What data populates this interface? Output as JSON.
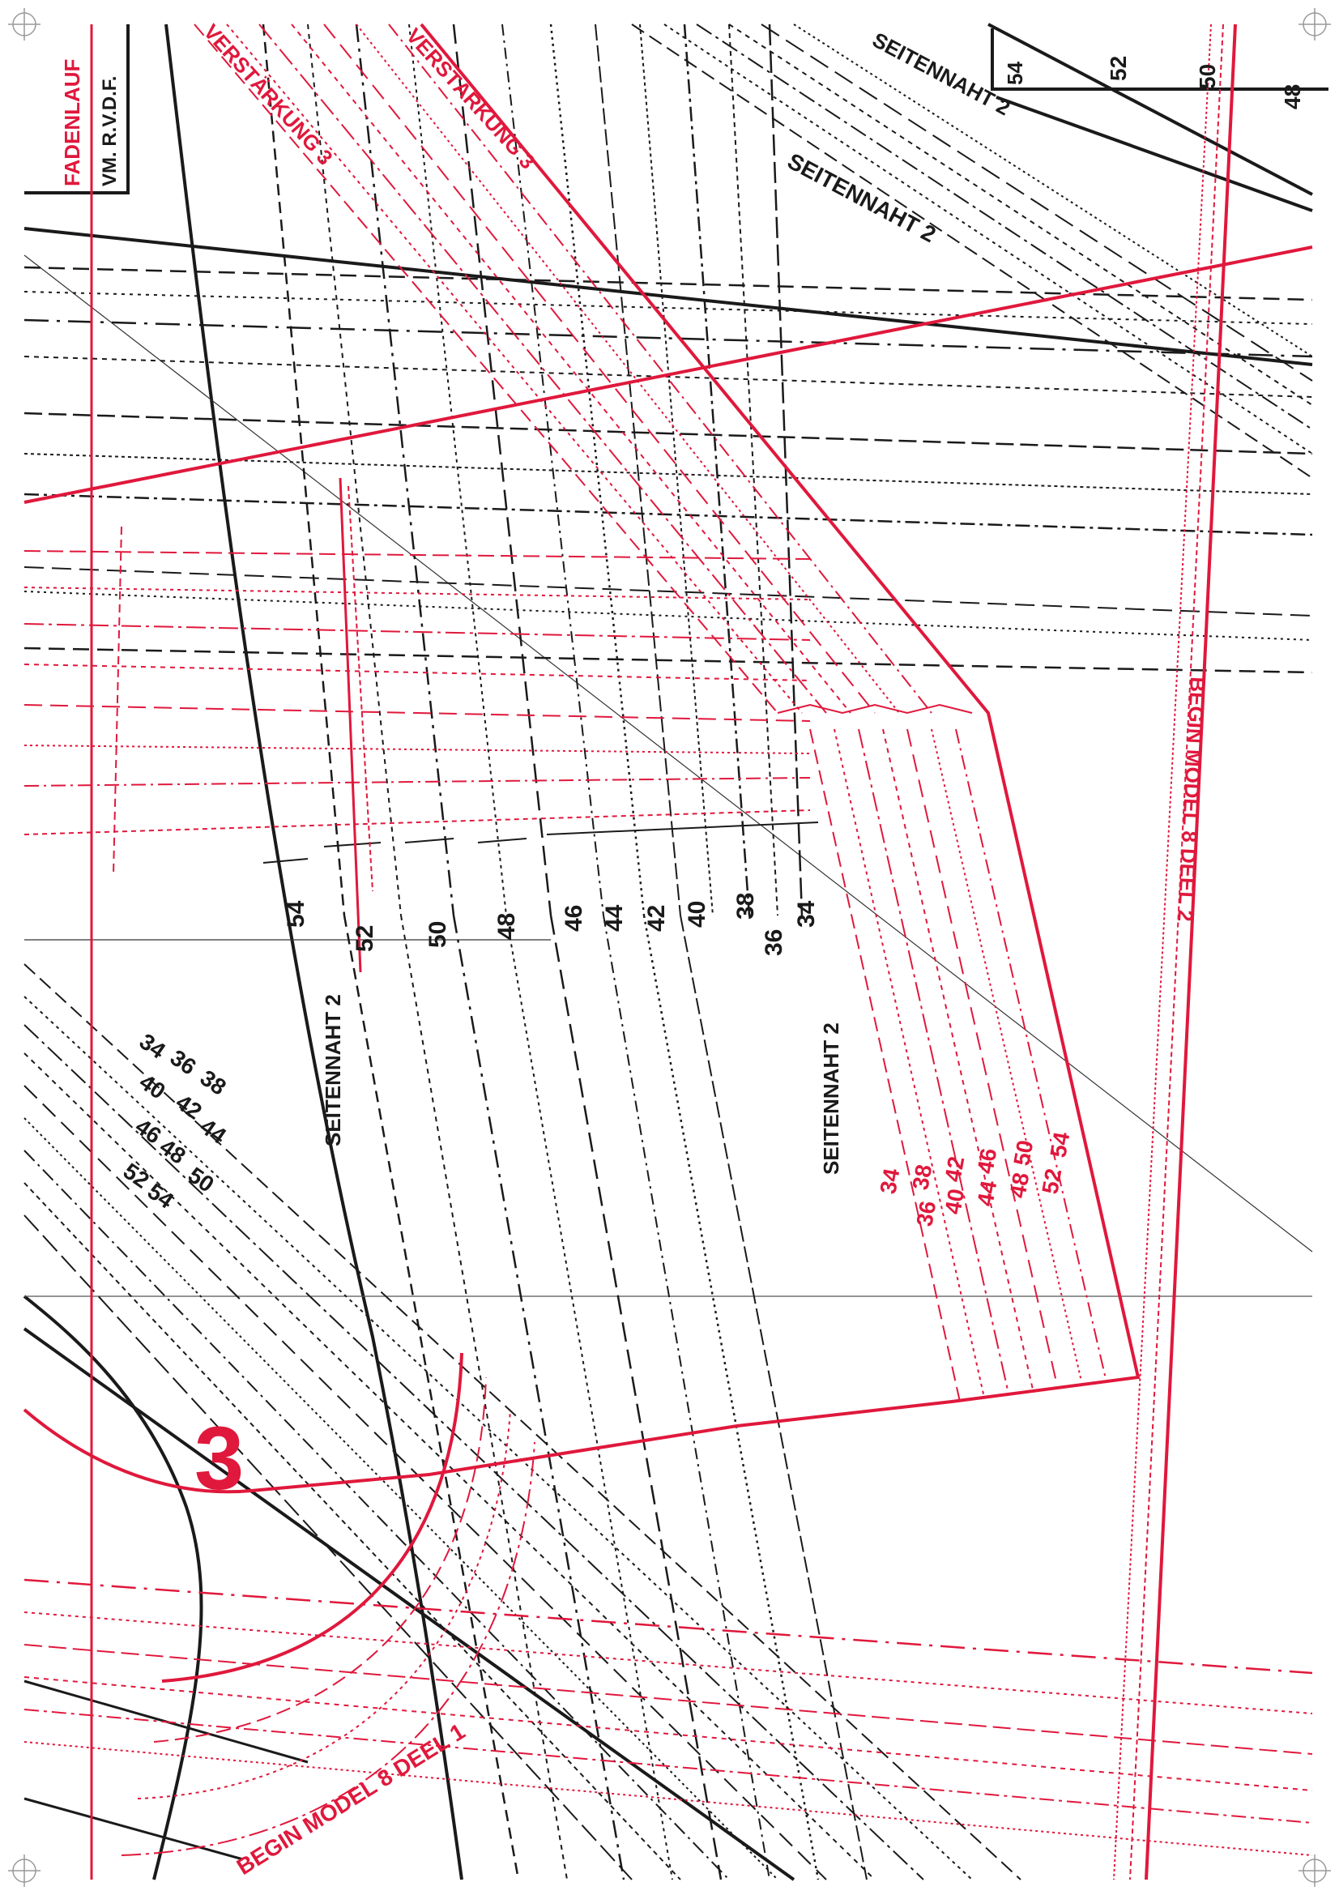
{
  "colors": {
    "ink": "#1a1a1a",
    "accent": "#e0183c",
    "paper": "#ffffff"
  },
  "pattern": {
    "piece_number": "3",
    "corner_labels": {
      "fadenlauf": "FADENLAUF",
      "vm_rv": "VM. R.V.D.F."
    },
    "top_labels": {
      "seitennaht_top": "SEITENNAHT 2",
      "seitennaht_diag": "SEITENNAHT 2",
      "size_54": "54",
      "size_52": "52",
      "size_50": "50",
      "size_48": "48"
    },
    "red_labels": {
      "knip_left": "VERSTÄRKUNG 3",
      "knip_right": "VERSTÄRKUNG 3",
      "beleg": "BEGIN MODEL 8 DEEL 2",
      "bottom": "BEGIN MODEL 8 DEEL 1"
    },
    "side_labels": {
      "seitennaht_left": "SEITENNAHT 2",
      "seitennaht_right": "SEITENNAHT 2"
    },
    "center_sizes": [
      "54",
      "52",
      "50",
      "48",
      "46",
      "44",
      "42",
      "40",
      "38",
      "36",
      "34"
    ],
    "left_sizes": [
      "34",
      "36",
      "38",
      "40",
      "42",
      "44",
      "46",
      "48",
      "50",
      "52",
      "54"
    ],
    "red_sizes": [
      "54",
      "52",
      "50",
      "48",
      "46",
      "44",
      "42",
      "40",
      "38",
      "36",
      "34"
    ]
  }
}
